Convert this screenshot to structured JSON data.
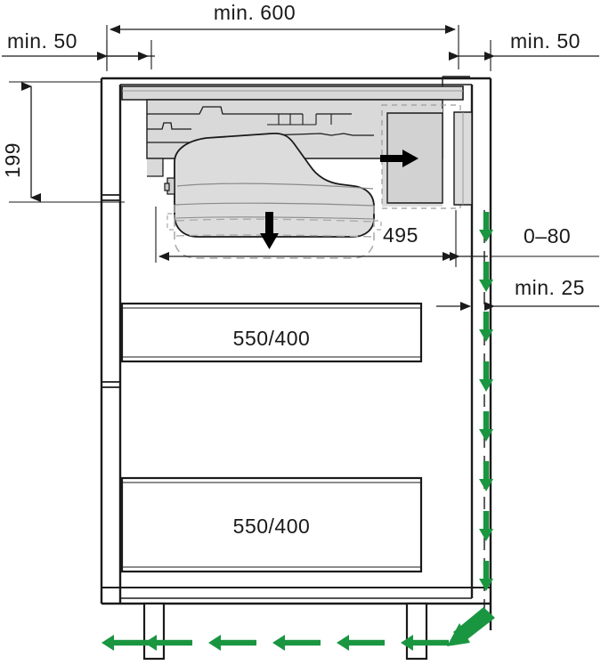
{
  "drawing": {
    "title": "Appliance niche installation drawing",
    "units": "mm",
    "colors": {
      "line": "#1a1a1a",
      "appliance_fill": "#d9d9d9",
      "appliance_fill_light": "#e6e6e6",
      "airflow_arrow": "#1a9641",
      "motion_arrow": "#000000",
      "background": "#ffffff"
    }
  },
  "dimensions": {
    "top_width": "min. 600",
    "left_gap": "min. 50",
    "right_gap": "min. 50",
    "height_199": "199",
    "depth_495": "495",
    "rear_gap": "0–80",
    "rear_min": "min. 25"
  },
  "drawers": [
    {
      "label": "550/400"
    },
    {
      "label": "550/400"
    }
  ],
  "arrows": {
    "airflow_down_count": 8,
    "airflow_left_count": 6,
    "appliance_slide_right": "slide-right-arrow",
    "appliance_lower_down": "lower-down-arrow"
  }
}
